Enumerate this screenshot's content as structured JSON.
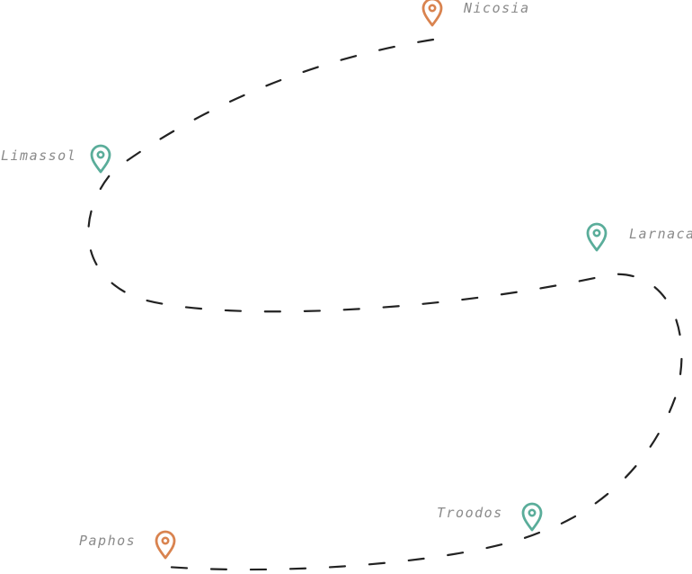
{
  "colors": {
    "teal": "#5aad9a",
    "orange": "#d9834f",
    "route": "#222222",
    "label": "#8a8a8a"
  },
  "markers": [
    {
      "id": "nicosia",
      "label": "Nicosia",
      "color": "orange",
      "icon": "map-pin-icon"
    },
    {
      "id": "limassol",
      "label": "Limassol",
      "color": "teal",
      "icon": "map-pin-icon"
    },
    {
      "id": "larnaca",
      "label": "Larnaca",
      "color": "teal",
      "icon": "map-pin-icon"
    },
    {
      "id": "troodos",
      "label": "Troodos",
      "color": "teal",
      "icon": "map-pin-icon"
    },
    {
      "id": "paphos",
      "label": "Paphos",
      "color": "orange",
      "icon": "map-pin-icon"
    }
  ]
}
